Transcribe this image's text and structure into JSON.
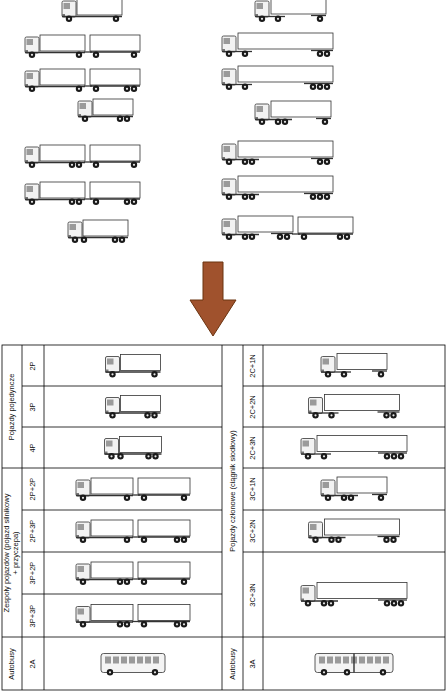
{
  "diagram": {
    "labels": [
      "Pojazdy pojedyncze",
      "2P",
      "3P",
      "4P",
      "Zespoły pojazdów (pojazd silnikowy + przyczepa)",
      "2P+2P",
      "2P+3P",
      "3P+2P",
      "3P+3P",
      "Autobusy",
      "2A",
      "Pojazdy członowe (ciągnik siodłowy)",
      "2C+1N",
      "2C+2N",
      "2C+3N",
      "3C+1N",
      "3C+2N",
      "3C+3N",
      "Autobusy",
      "3A"
    ]
  }
}
